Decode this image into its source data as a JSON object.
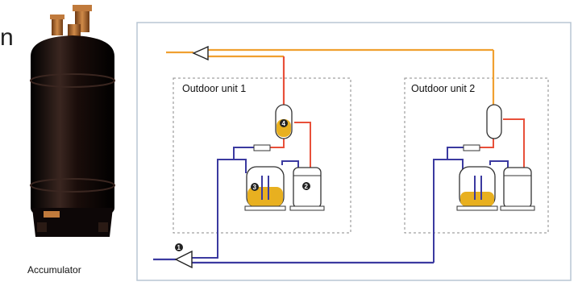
{
  "side_text": "n",
  "photo": {
    "caption": "Accumulator",
    "body_color": "#1a0d0a",
    "valve_color": "#b8733a"
  },
  "colors": {
    "discharge_line": "#e8503a",
    "suction_line": "#3b3aa0",
    "liquid_line": "#f0a030",
    "oil_fill": "#e8b020",
    "frame": "#b8c6d4"
  },
  "diagram": {
    "unit1": {
      "label": "Outdoor unit 1"
    },
    "unit2": {
      "label": "Outdoor unit 2"
    },
    "markers": [
      {
        "id": "1",
        "meaning": "suction-entry"
      },
      {
        "id": "2",
        "meaning": "compressor"
      },
      {
        "id": "3",
        "meaning": "compressor-oil"
      },
      {
        "id": "4",
        "meaning": "oil-separator"
      }
    ]
  }
}
